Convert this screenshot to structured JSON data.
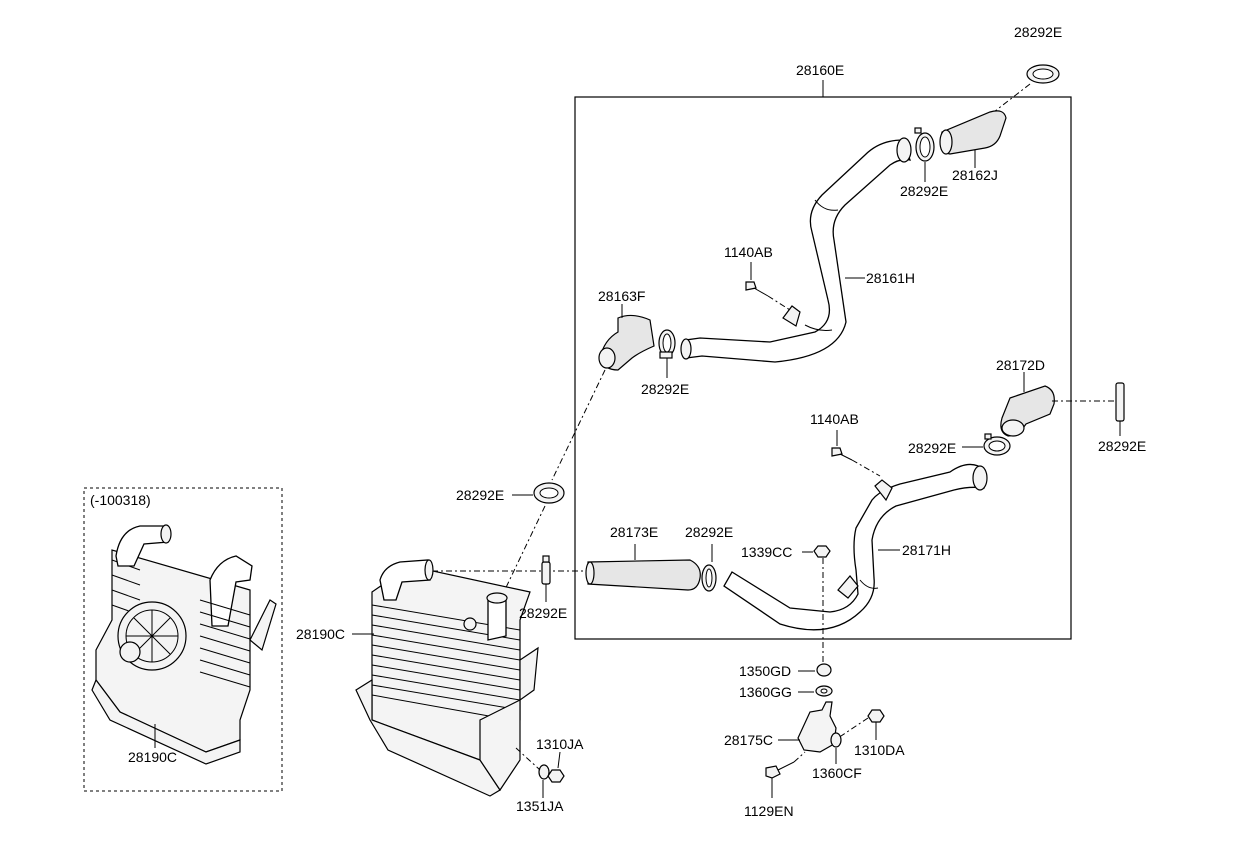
{
  "labels": {
    "l_28292E_top": "28292E",
    "l_28160E": "28160E",
    "l_28162J": "28162J",
    "l_28292E_b": "28292E",
    "l_1140AB_a": "1140AB",
    "l_28161H": "28161H",
    "l_28163F": "28163F",
    "l_28292E_c": "28292E",
    "l_28172D": "28172D",
    "l_1140AB_b": "1140AB",
    "l_28292E_d": "28292E",
    "l_28292E_e": "28292E",
    "l_28292E_f": "28292E",
    "l_28173E": "28173E",
    "l_28292E_g": "28292E",
    "l_1339CC": "1339CC",
    "l_28171H": "28171H",
    "l_28292E_h": "28292E",
    "l_28190C_main": "28190C",
    "l_100318": "(-100318)",
    "l_28190C_inset": "28190C",
    "l_1350GD": "1350GD",
    "l_1360GG": "1360GG",
    "l_28175C": "28175C",
    "l_1310DA": "1310DA",
    "l_1360CF": "1360CF",
    "l_1129EN": "1129EN",
    "l_1310JA": "1310JA",
    "l_1351JA": "1351JA"
  }
}
